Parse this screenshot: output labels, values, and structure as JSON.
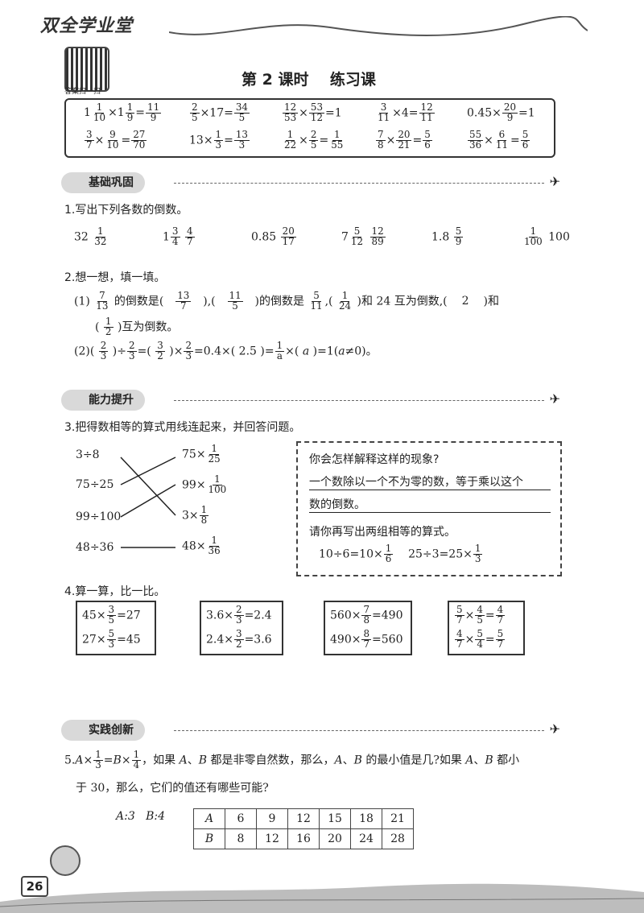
{
  "header": {
    "brand": "双全学业堂",
    "qr_caption": "答案扫一扫",
    "title": "第 2 课时    练习课"
  },
  "warmup": {
    "row1": [
      "1 1/10×1 1/9=11/9",
      "2/5×17=34/5",
      "12/53×53/12=1",
      "3/11×4=12/11",
      "0.45×20/9=1"
    ],
    "row2": [
      "3/7×9/10=27/70",
      "13×1/3=13/3",
      "1/22×2/5=1/55",
      "7/8×20/21=5/6",
      "55/36×6/11=5/6"
    ]
  },
  "sections": {
    "basic": "基础巩固",
    "ability": "能力提升",
    "practice": "实践创新"
  },
  "q1": {
    "stem": "1.写出下列各数的倒数。",
    "items": [
      "32",
      "1/32",
      "1 3/4",
      "4/7",
      "0.85",
      "20/17",
      "7 5/12",
      "12/89",
      "1.8",
      "5/9",
      "1/100",
      "100"
    ]
  },
  "q2": {
    "stem": "2.想一想，填一填。",
    "l1": [
      "(1)",
      "的倒数是(",
      "),(",
      ")的倒数是",
      ",(",
      ")和 24 互为倒数,(",
      ")和"
    ],
    "l1_fracs": [
      "7/13",
      "13/7",
      "11/5",
      "5/11",
      "1/24"
    ],
    "l1_answer": "2",
    "l2": [
      "(",
      ")互为倒数。"
    ],
    "l2_frac": "1/2",
    "l3": [
      "(2)(",
      ")÷",
      "=(",
      ")×",
      "=0.4×(",
      "2.5",
      ")=",
      "×(",
      "a",
      ")=1(",
      "a",
      "≠0)。"
    ],
    "l3_fracs": [
      "2/3",
      "2/3",
      "3/2",
      "2/3",
      "1/a"
    ]
  },
  "q3": {
    "stem": "3.把得数相等的算式用线连起来，并回答问题。",
    "left": [
      "3÷8",
      "75÷25",
      "99÷100",
      "48÷36"
    ],
    "right": [
      "75×1/25",
      "99×1/100",
      "3×1/8",
      "48×1/36"
    ],
    "explain_q": "你会怎样解释这样的现象?",
    "explain_a1": "一个数除以一个不为零的数，等于乘以这个",
    "explain_a2": "数的倒数。",
    "write_q": "请你再写出两组相等的算式。",
    "write_a": [
      "10÷6=10×",
      "1/6",
      "25÷3=25×",
      "1/3"
    ]
  },
  "q4": {
    "stem": "4.算一算，比一比。",
    "boxes": [
      [
        "45×3/5=27",
        "27×5/3=45"
      ],
      [
        "3.6×2/3=2.4",
        "2.4×3/2=3.6"
      ],
      [
        "560×7/8=490",
        "490×8/7=560"
      ],
      [
        "5/7×4/5=4/7",
        "4/7×5/4=5/7"
      ]
    ]
  },
  "q5": {
    "stem1": "5.A×1/3=B×1/4，如果 A、B 都是非零自然数，那么，A、B 的最小值是几?如果 A、B 都小",
    "stem2": "于 30，那么，它们的值还有哪些可能?",
    "answer": "A:3   B:4",
    "table": {
      "A": [
        "A",
        "6",
        "9",
        "12",
        "15",
        "18",
        "21"
      ],
      "B": [
        "B",
        "8",
        "12",
        "16",
        "20",
        "24",
        "28"
      ]
    }
  },
  "footer": {
    "page_number": "26"
  }
}
